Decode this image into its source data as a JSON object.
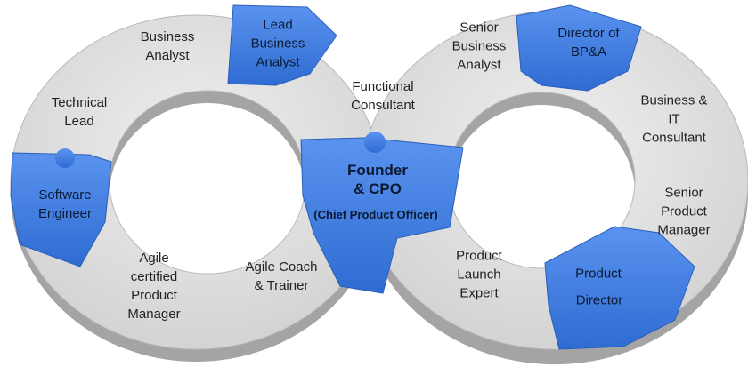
{
  "colors": {
    "grey": "#dcdcdc",
    "grey_side": "#9a9a9a",
    "blue": "#3d7be0",
    "blue_side": "#1f4fa8"
  },
  "pieces": {
    "business_analyst": "Business\nAnalyst",
    "lead_business_analyst": "Lead\nBusiness\nAnalyst",
    "technical_lead": "Technical\nLead",
    "software_engineer": "Software\nEngineer",
    "agile_certified_pm": "Agile\ncertified\nProduct\nManager",
    "agile_coach": "Agile Coach\n& Trainer",
    "functional_consultant": "Functional\nConsultant",
    "founder_cpo": "Founder\n& CPO",
    "chief_product_officer": "(Chief Product Officer)",
    "senior_business_analyst": "Senior\nBusiness\nAnalyst",
    "director_bpa": "Director of\nBP&A",
    "business_it_consultant": "Business &\nIT\nConsultant",
    "senior_product_manager": "Senior\nProduct\nManager",
    "product_director_1": "Product",
    "product_director_2": "Director",
    "product_launch_expert": "Product\nLaunch\nExpert"
  }
}
